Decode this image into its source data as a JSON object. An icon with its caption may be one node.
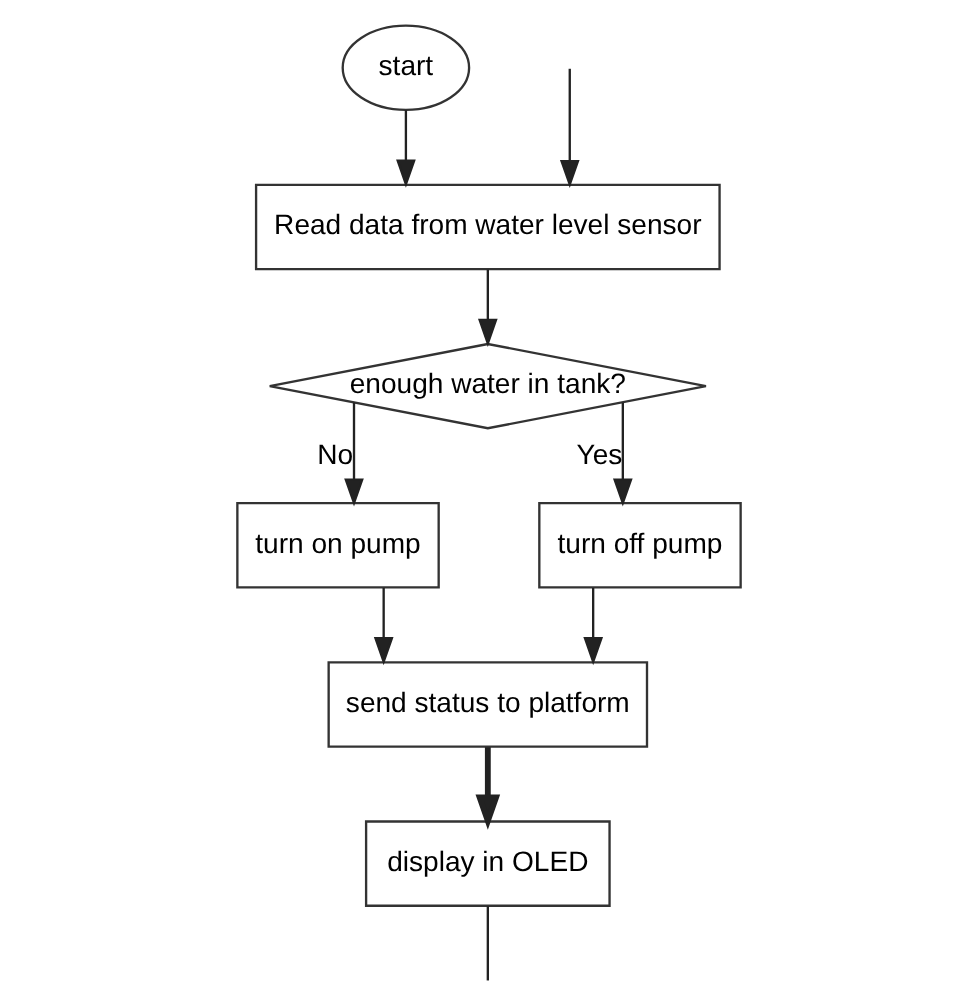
{
  "diagram": {
    "nodes": [
      {
        "text": [
          "start"
        ]
      },
      {
        "text": [
          "Read data from water level sensor"
        ]
      },
      {
        "text": [
          "enough water in tank?"
        ]
      },
      {
        "text": [
          "turn on pump"
        ]
      },
      {
        "text": [
          "turn off pump"
        ]
      },
      {
        "text": [
          "send status to platform"
        ]
      },
      {
        "text": [
          "display in OLED"
        ]
      }
    ],
    "edges": [
      {
        "from": 0,
        "to": 1,
        "arrow": "to"
      },
      {
        "from": 1,
        "to": 2,
        "arrow": "to"
      },
      {
        "from": 2,
        "to": 3,
        "label": "No",
        "arrow": "to"
      },
      {
        "from": 2,
        "to": 4,
        "label": "Yes",
        "arrow": "to"
      },
      {
        "from": 3,
        "to": 5,
        "arrow": "to"
      },
      {
        "from": 4,
        "to": 5,
        "arrow": "to"
      },
      {
        "from": 5,
        "to": 6,
        "arrow": "to",
        "style": "thick"
      },
      {
        "from": 6,
        "to": null,
        "arrow": "none"
      },
      {
        "from": null,
        "to": 1,
        "arrow": "to"
      }
    ]
  }
}
